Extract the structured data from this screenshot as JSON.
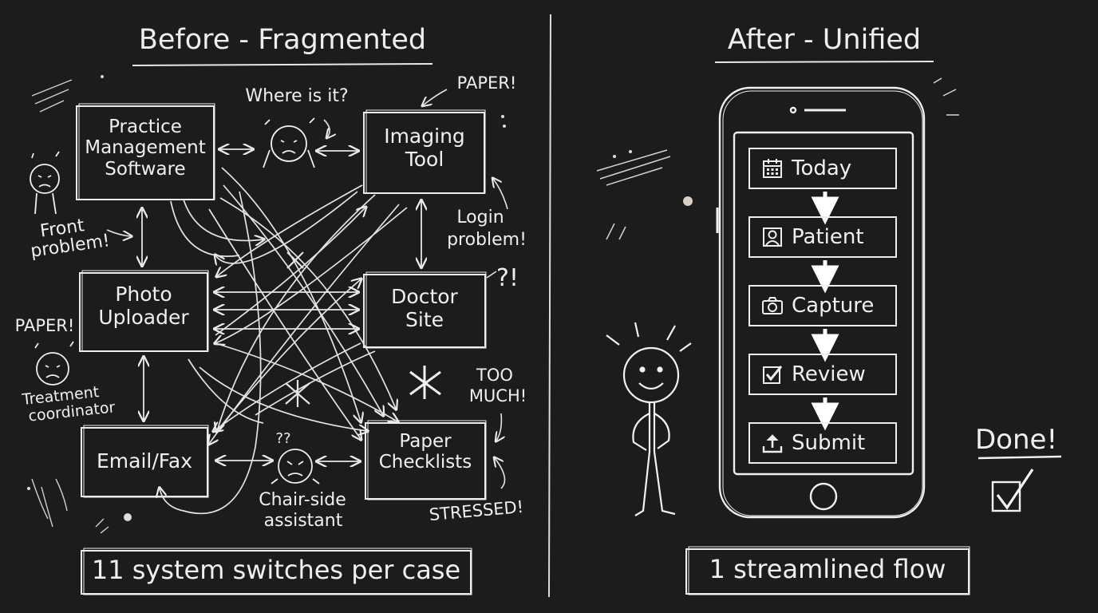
{
  "before": {
    "title": "Before - Fragmented",
    "systems": {
      "practice_management": "Practice Management Software",
      "imaging_tool": "Imaging Tool",
      "photo_uploader": "Photo Uploader",
      "doctor_site": "Doctor Site",
      "email_fax": "Email/Fax",
      "paper_checklists": "Paper Checklists"
    },
    "notes": {
      "where_is_it": "Where is it?",
      "paper_top": "PAPER!",
      "front_problem_1": "Front",
      "front_problem_2": "problem!",
      "login_problem_1": "Login",
      "login_problem_2": "problem!",
      "confused": "?!",
      "paper_left": "PAPER!",
      "treatment_coordinator_1": "Treatment",
      "treatment_coordinator_2": "coordinator",
      "too_much_1": "TOO",
      "too_much_2": "MUCH!",
      "question_marks": "??",
      "chair_side_1": "Chair-side",
      "chair_side_2": "assistant",
      "stressed": "STRESSED!"
    },
    "summary": "11 system switches per case"
  },
  "after": {
    "title": "After - Unified",
    "steps": [
      {
        "label": "Today",
        "icon": "calendar-icon"
      },
      {
        "label": "Patient",
        "icon": "patient-id-icon"
      },
      {
        "label": "Capture",
        "icon": "camera-icon"
      },
      {
        "label": "Review",
        "icon": "checkbox-icon"
      },
      {
        "label": "Submit",
        "icon": "upload-icon"
      }
    ],
    "done": "Done!",
    "summary": "1 streamlined flow"
  },
  "colors": {
    "background": "#1c1c1c",
    "chalk": "#efefef"
  }
}
